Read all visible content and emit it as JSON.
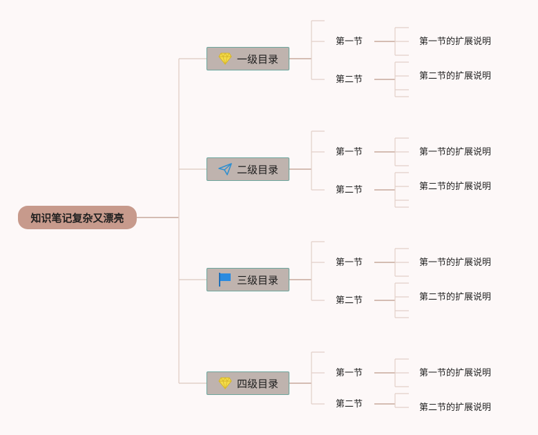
{
  "root": {
    "label": "知识笔记复杂又漂亮"
  },
  "branches": [
    {
      "label": "一级目录",
      "icon": "diamond-icon",
      "sections": [
        {
          "label": "第一节",
          "detail": "第一节的扩展说明"
        },
        {
          "label": "第二节",
          "detail": "第二节的扩展说明"
        }
      ]
    },
    {
      "label": "二级目录",
      "icon": "paper-plane-icon",
      "sections": [
        {
          "label": "第一节",
          "detail": "第一节的扩展说明"
        },
        {
          "label": "第二节",
          "detail": "第二节的扩展说明"
        }
      ]
    },
    {
      "label": "三级目录",
      "icon": "flag-icon",
      "sections": [
        {
          "label": "第一节",
          "detail": "第一节的扩展说明"
        },
        {
          "label": "第二节",
          "detail": "第二节的扩展说明"
        }
      ]
    },
    {
      "label": "四级目录",
      "icon": "diamond-icon",
      "sections": [
        {
          "label": "第一节",
          "detail": "第一节的扩展说明"
        },
        {
          "label": "第二节",
          "detail": "第二节的扩展说明"
        }
      ]
    }
  ],
  "colors": {
    "background": "#fdf8f8",
    "root_fill": "#c79a8c",
    "branch_fill": "#bfb3ae",
    "branch_border": "#6aa59c",
    "connector_main": "#c7a79b",
    "connector_light": "#e2cfc8"
  }
}
